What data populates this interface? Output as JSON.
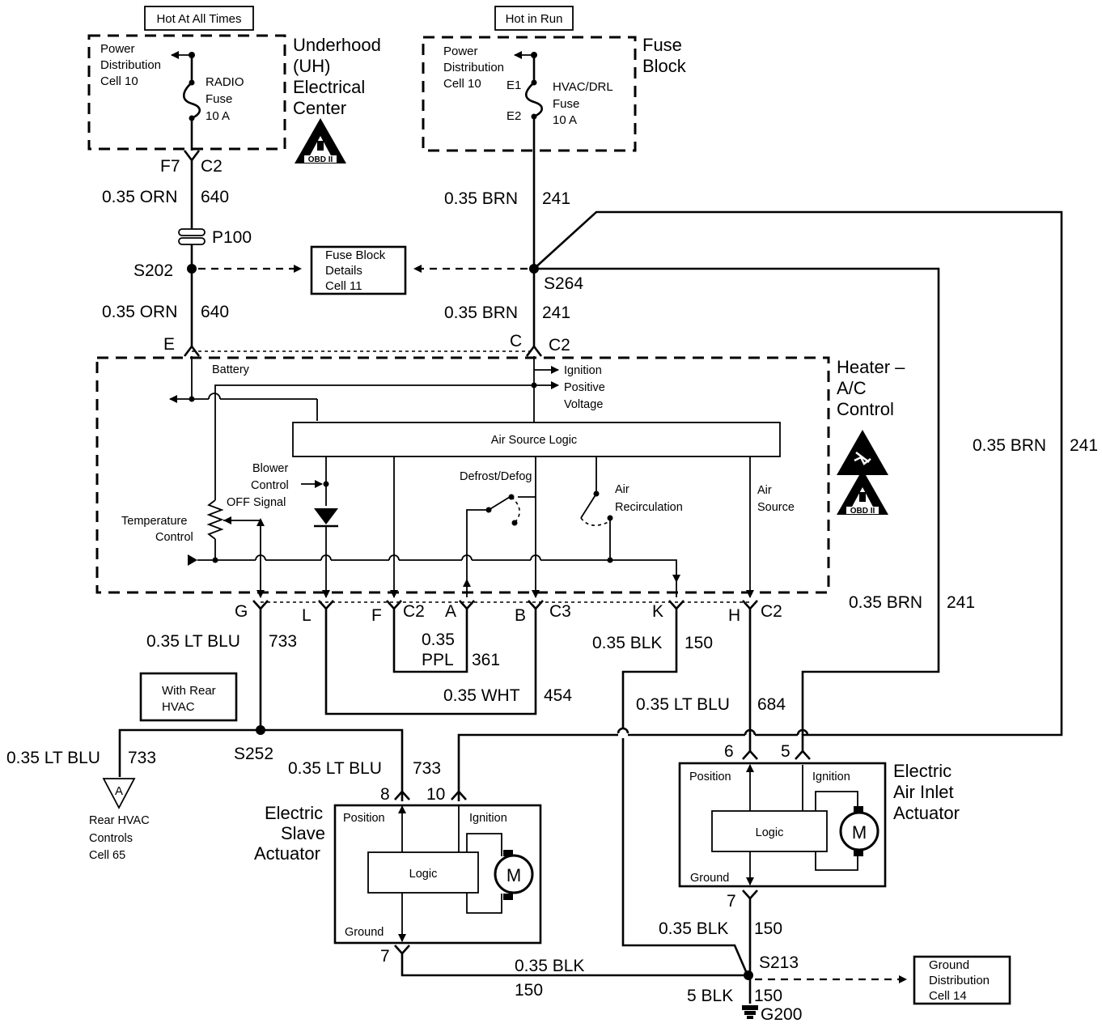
{
  "top_labels": {
    "hot_always": "Hot At All Times",
    "hot_run": "Hot in Run"
  },
  "uh_center": {
    "title_lines": [
      "Underhood",
      "(UH)",
      "Electrical",
      "Center"
    ],
    "power_dist_lines": [
      "Power",
      "Distribution",
      "Cell 10"
    ],
    "fuse_lines": [
      "RADIO",
      "Fuse",
      "10 A"
    ],
    "connector": "F7",
    "connector_id": "C2",
    "badge": "OBD II"
  },
  "fuse_block": {
    "title_lines": [
      "Fuse",
      "Block"
    ],
    "power_dist_lines": [
      "Power",
      "Distribution",
      "Cell 10"
    ],
    "fuse_lines": [
      "HVAC/DRL",
      "Fuse",
      "10 A"
    ],
    "pin_e1": "E1",
    "pin_e2": "E2"
  },
  "wires": {
    "w640_gauge": "0.35 ORN",
    "w640_num": "640",
    "w241_gauge": "0.35 BRN",
    "w241_num": "241",
    "w733_gauge": "0.35 LT BLU",
    "w733_num": "733",
    "w361_gauge_lines": [
      "0.35",
      "PPL"
    ],
    "w361_num": "361",
    "w454_gauge": "0.35 WHT",
    "w454_num": "454",
    "w150_gauge": "0.35 BLK",
    "w150_num": "150",
    "w684_gauge": "0.35 LT BLU",
    "w684_num": "684",
    "w5blk_gauge": "5 BLK",
    "w5blk_num": "150"
  },
  "splices": {
    "p100": "P100",
    "s202": "S202",
    "s264": "S264",
    "s252": "S252",
    "s213": "S213",
    "g200": "G200"
  },
  "ref_boxes": {
    "fuse_block_details": [
      "Fuse Block",
      "Details",
      "Cell 11"
    ],
    "with_rear_hvac": [
      "With Rear",
      "HVAC"
    ],
    "ground_distribution": [
      "Ground",
      "Distribution",
      "Cell 14"
    ],
    "rear_hvac_controls": [
      "Rear HVAC",
      "Controls",
      "Cell 65"
    ],
    "rear_hvac_connector": "A"
  },
  "control": {
    "title_lines": [
      "Heater –",
      "A/C",
      "Control"
    ],
    "battery": "Battery",
    "ignition_lines": [
      "Ignition",
      "Positive",
      "Voltage"
    ],
    "logic": "Air Source Logic",
    "blower_lines": [
      "Blower",
      "Control",
      "OFF Signal"
    ],
    "temp_lines": [
      "Temperature",
      "Control"
    ],
    "defrost": "Defrost/Defog",
    "recirc_lines": [
      "Air",
      "Recirculation"
    ],
    "airsource_lines": [
      "Air",
      "Source"
    ],
    "pins": {
      "E": "E",
      "C": "C",
      "C2": "C2",
      "G": "G",
      "L": "L",
      "F": "F",
      "A": "A",
      "B": "B",
      "C3": "C3",
      "K": "K",
      "H": "H"
    },
    "badge": "OBD II"
  },
  "slave_actuator": {
    "title_lines": [
      "Electric",
      "Slave",
      "Actuator"
    ],
    "position": "Position",
    "ignition": "Ignition",
    "logic": "Logic",
    "ground": "Ground",
    "motor": "M",
    "pin8": "8",
    "pin10": "10",
    "pin7": "7"
  },
  "inlet_actuator": {
    "title_lines": [
      "Electric",
      "Air Inlet",
      "Actuator"
    ],
    "position": "Position",
    "ignition": "Ignition",
    "logic": "Logic",
    "ground": "Ground",
    "motor": "M",
    "pin6": "6",
    "pin5": "5",
    "pin7": "7"
  }
}
